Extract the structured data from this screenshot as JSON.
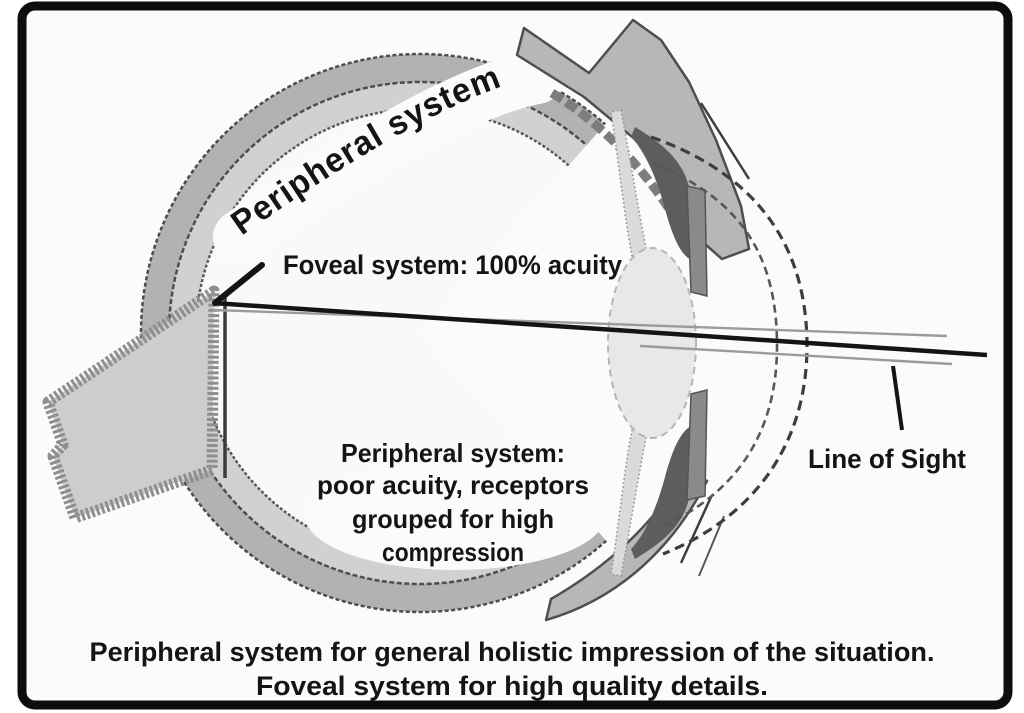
{
  "diagram": {
    "labels": {
      "peripheral_arc": "Peripheral system",
      "foveal": "Foveal system: 100% acuity",
      "peripheral_detail_line1": "Peripheral system:",
      "peripheral_detail_line2": "poor acuity, receptors",
      "peripheral_detail_line3": "grouped for high",
      "peripheral_detail_line4": "compression",
      "line_of_sight": "Line of Sight"
    },
    "caption": {
      "line1": "Peripheral system for general holistic impression of the situation.",
      "line2": "Foveal system for high quality details."
    },
    "colors": {
      "background": "#fbfbfb",
      "frame": "#0d0d0d",
      "sclera_band": "#b2b2b2",
      "choroid_band": "#d1d1d1",
      "eye_interior": "#f9f9f9",
      "optic_nerve": "#cdcdcd",
      "muscle": "#b7b7b7",
      "iris_mid": "#8a8a8a",
      "iris_dark": "#5d5d5d",
      "ciliary_speckle": "#dadada",
      "lens": "#e8e8e8",
      "ink": "#141414",
      "axis_gray": "#9b9b9b"
    }
  }
}
